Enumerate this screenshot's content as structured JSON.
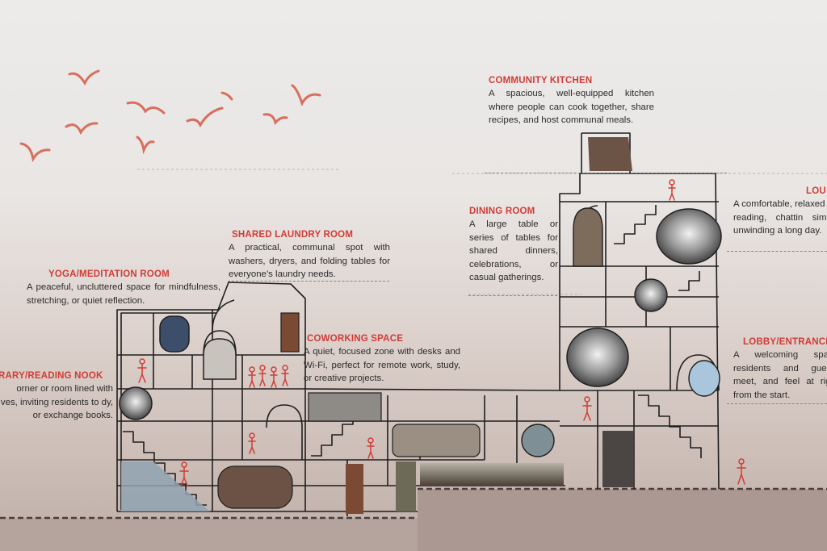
{
  "rooms": [
    {
      "title": "COMMUNITY KITCHEN",
      "text": "A spacious, well-equipped kitchen where people can cook together, share recipes, and host communal meals."
    },
    {
      "title": "DINING ROOM",
      "text": "A large table or series of tables for shared dinners, celebrations, or casual gatherings."
    },
    {
      "title": "LOU",
      "text": "A comfortable, relaxed for reading, chattin simply unwinding a long day."
    },
    {
      "title": "SHARED LAUNDRY ROOM",
      "text": "A practical, communal spot with washers, dryers, and folding tables for everyone’s laundry needs."
    },
    {
      "title": "YOGA/MEDITATION ROOM",
      "text": "A peaceful, uncluttered space for mindfulness, stretching, or quiet reflection."
    },
    {
      "title": "COWORKING SPACE",
      "text": "A quiet, focused zone with desks and Wi-Fi, perfect for remote work, study, or creative projects."
    },
    {
      "title": "LOBBY/ENTRANCE",
      "text": "A welcoming space residents and guests meet, and feel at right from the start."
    },
    {
      "title": "RARY/READING NOOK",
      "text": "orner or room lined with ves, inviting residents to dy, or exchange books."
    }
  ],
  "colors": {
    "accent": "#d23b35",
    "ink": "#1f1f1f",
    "birds": "#d86e5c"
  }
}
